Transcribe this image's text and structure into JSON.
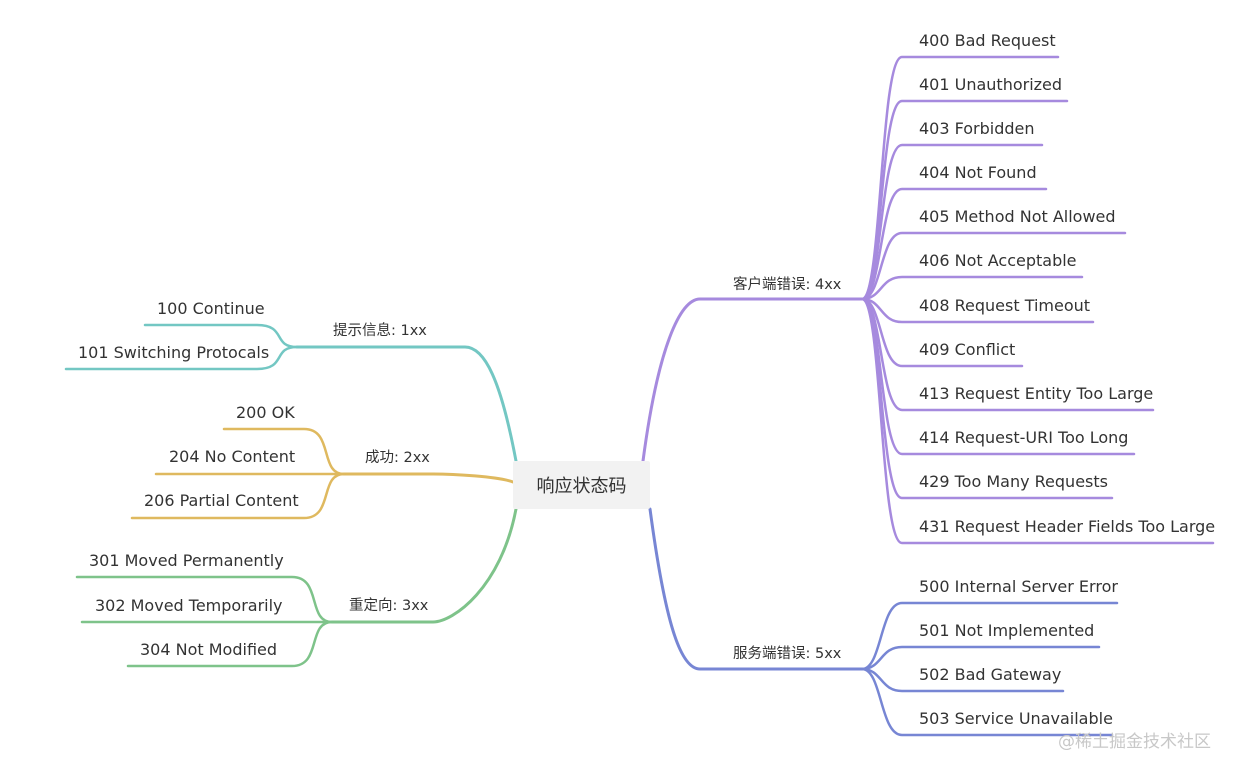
{
  "center": "响应状态码",
  "watermark": "@稀土掘金技术社区",
  "branches": [
    {
      "id": "1xx",
      "label": "提示信息: 1xx",
      "color": "#73c7c3",
      "items": [
        "100 Continue",
        "101 Switching Protocals"
      ]
    },
    {
      "id": "2xx",
      "label": "成功: 2xx",
      "color": "#dfb95f",
      "items": [
        "200 OK",
        "204 No Content",
        "206 Partial Content"
      ]
    },
    {
      "id": "3xx",
      "label": "重定向: 3xx",
      "color": "#7ec38a",
      "items": [
        "301 Moved Permanently",
        "302 Moved Temporarily",
        "304 Not Modified"
      ]
    },
    {
      "id": "4xx",
      "label": "客户端错误: 4xx",
      "color": "#a68ade",
      "items": [
        "400 Bad Request",
        "401 Unauthorized",
        "403 Forbidden",
        "404 Not Found",
        "405 Method Not Allowed",
        "406 Not Acceptable",
        "408 Request Timeout",
        "409 Conflict",
        "413 Request Entity Too Large",
        "414 Request-URI Too Long",
        "429 Too Many Requests",
        "431 Request Header Fields Too Large"
      ]
    },
    {
      "id": "5xx",
      "label": "服务端错误: 5xx",
      "color": "#7786d4",
      "items": [
        "500 Internal Server Error",
        "501 Not Implemented",
        "502 Bad Gateway",
        "503 Service Unavailable"
      ]
    }
  ]
}
